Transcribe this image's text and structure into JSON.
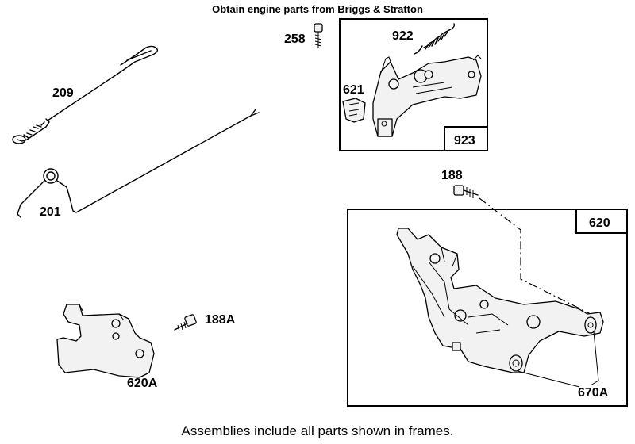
{
  "header": {
    "title": "Obtain engine parts from Briggs & Stratton"
  },
  "footer": {
    "note": "Assemblies include all parts shown in frames."
  },
  "parts": {
    "p258": "258",
    "p922": "922",
    "p621": "621",
    "p923": "923",
    "p209": "209",
    "p201": "201",
    "p188": "188",
    "p620": "620",
    "p188A": "188A",
    "p620A": "620A",
    "p670A": "670A"
  }
}
